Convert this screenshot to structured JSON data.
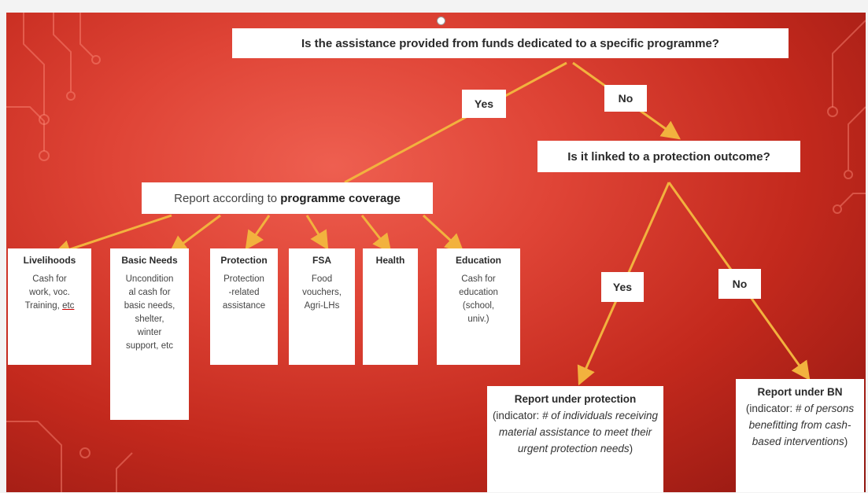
{
  "question1": "Is the assistance provided from funds dedicated to a specific programme?",
  "yes1": "Yes",
  "no1": "No",
  "question2": "Is it linked to a protection outcome?",
  "coverage": {
    "prefix": "Report according to ",
    "bold": "programme coverage"
  },
  "categories": [
    {
      "title": "Livelihoods",
      "desc": "Cash for\nwork, voc.\nTraining, ",
      "desc_link": "etc"
    },
    {
      "title": "Basic Needs",
      "desc": "Uncondition\nal cash for\nbasic needs,\nshelter,\nwinter\nsupport, etc"
    },
    {
      "title": "Protection",
      "desc": "Protection\n-related\nassistance"
    },
    {
      "title": "FSA",
      "desc": "Food\nvouchers,\nAgri-LHs"
    },
    {
      "title": "Health",
      "desc": ""
    },
    {
      "title": "Education",
      "desc": "Cash for\neducation\n(school,\nuniv.)"
    }
  ],
  "yes2": "Yes",
  "no2": "No",
  "report_protection": {
    "title": "Report under protection",
    "ind_prefix": "(indicator: ",
    "ind_italic": "# of individuals receiving material assistance to meet their urgent protection needs",
    "ind_suffix": ")"
  },
  "report_bn": {
    "title": "Report under BN",
    "ind_prefix": "(indicator: ",
    "ind_italic": "# of persons benefitting from cash-based interventions",
    "ind_suffix": ")"
  },
  "colors": {
    "background": "#d93a2c",
    "arrow": "#f2b23e",
    "box": "#ffffff",
    "circuit": "#ff8f7c"
  }
}
